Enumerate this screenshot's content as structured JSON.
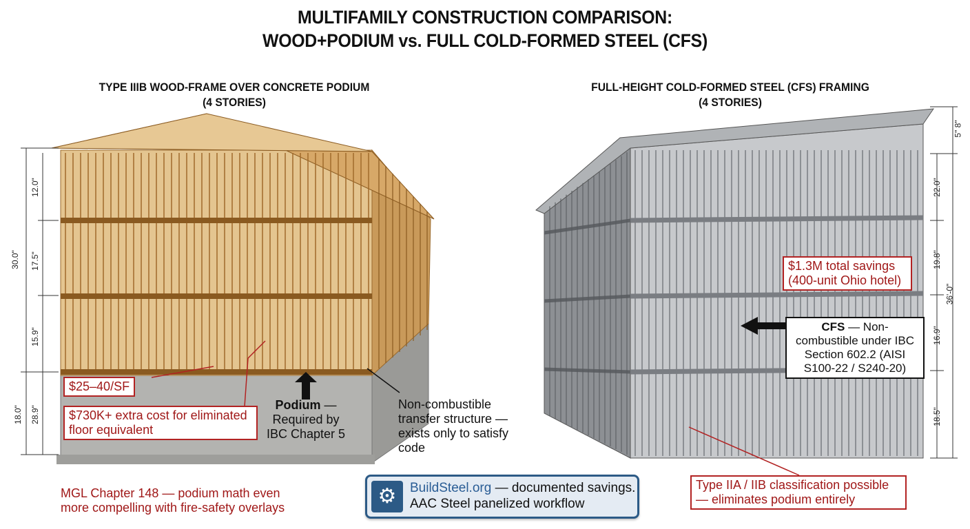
{
  "title": {
    "line1": "MULTIFAMILY CONSTRUCTION COMPARISON:",
    "line2": "WOOD+PODIUM vs. FULL COLD-FORMED STEEL (CFS)"
  },
  "left": {
    "heading1": "TYPE IIIB WOOD-FRAME OVER CONCRETE PODIUM",
    "heading2": "(4 STORIES)",
    "dimensions": {
      "overall_upper": "30.0\"",
      "overall_podium": "18.0\"",
      "story3": "12.0\"",
      "story2": "17.5\"",
      "story1": "15.9\"",
      "podium": "28.9\""
    },
    "callout_cost_sf": "$25–40/SF",
    "callout_extra_cost": "$730K+ extra cost for eliminated floor equivalent",
    "podium_label_bold": "Podium",
    "podium_label_rest": " — Required by IBC Chapter 5",
    "transfer_note": "Non-combustible transfer structure — exists only to satisfy code",
    "footnote": "MGL Chapter 148 — podium math even more compelling with fire-safety overlays",
    "colors": {
      "wood": "#c8944f",
      "concrete": "#a9a9a6"
    }
  },
  "right": {
    "heading1": "FULL-HEIGHT COLD-FORMED STEEL (CFS) FRAMING",
    "heading2": "(4 STORIES)",
    "dimensions": {
      "roof": "5\" 8\"",
      "story4": "22.0\"",
      "story3": "19.8\"",
      "story2": "16.9\"",
      "story1": "18.5\"",
      "overall": "36'-0\""
    },
    "savings_callout": "$1.3M total savings (400-unit Ohio hotel)",
    "cfs_bold": "CFS",
    "cfs_rest": " — Non-combustible under IBC Section 602.2 (AISI S100-22 / S240-20)",
    "classification_callout": "Type IIA / IIB classification possible — eliminates podium entirely",
    "colors": {
      "steel": "#9a9ea3"
    }
  },
  "badge": {
    "icon": "gears-icon",
    "link": "BuildSteel.org",
    "line1_rest": " — documented savings.",
    "line2": "AAC Steel panelized workflow",
    "colors": {
      "link": "#2a5d95",
      "icon_bg": "#2c5a86",
      "bg": "#e4ebf3"
    }
  },
  "accent_red": "#b22222"
}
